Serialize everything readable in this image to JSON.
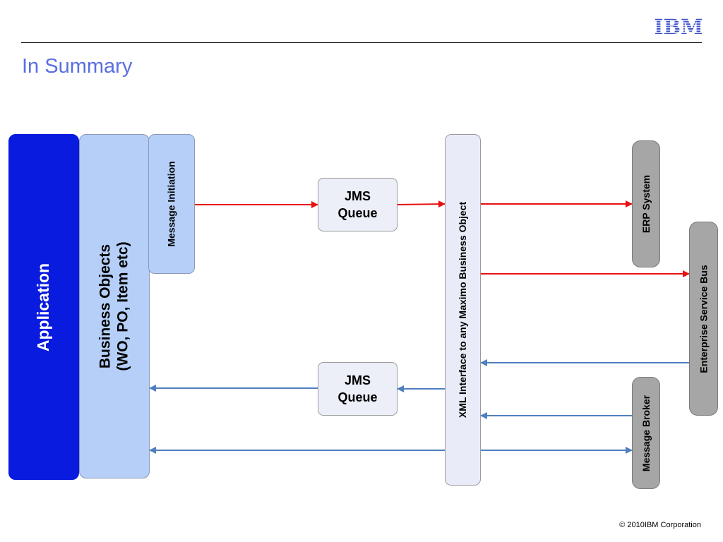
{
  "logo": {
    "text": "IBM",
    "color": "#3b4fc8"
  },
  "title": "In Summary",
  "boxes": {
    "application": "Application",
    "business_objects": "Business Objects\n(WO, PO, Item etc)",
    "message_initiation": "Message Initiation",
    "jms_queue_top": "JMS\nQueue",
    "jms_queue_bottom": "JMS\nQueue",
    "xml_interface": "XML Interface to any Maximo Business Object",
    "erp_system": "ERP System",
    "enterprise_service_bus": "Enterprise Service Bus",
    "message_broker": "Message Broker"
  },
  "colors": {
    "application": "#0a1be0",
    "light_blue": "#b5cff8",
    "pale": "#eceef8",
    "grey": "#a6a6a6",
    "outbound_arrow": "#e81010",
    "inbound_arrow": "#4f7fc0"
  },
  "footer": "© 2010IBM Corporation"
}
